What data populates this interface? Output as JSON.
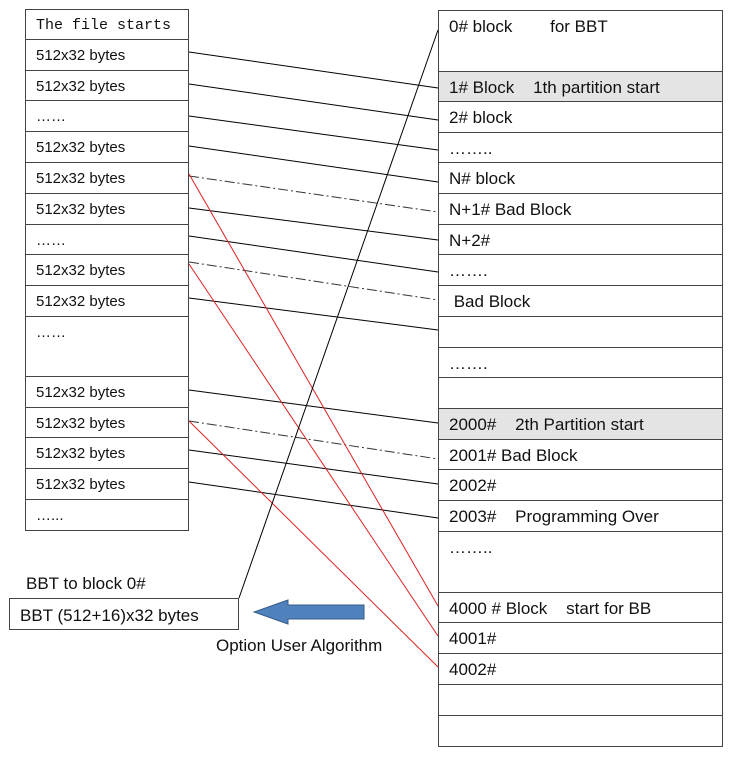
{
  "left_cells": [
    {
      "text": "The file starts",
      "mono": true
    },
    {
      "text": "512x32 bytes"
    },
    {
      "text": "512x32 bytes"
    },
    {
      "text": "……"
    },
    {
      "text": "512x32 bytes"
    },
    {
      "text": "512x32 bytes"
    },
    {
      "text": "512x32 bytes"
    },
    {
      "text": "……"
    },
    {
      "text": "512x32 bytes"
    },
    {
      "text": "512x32 bytes"
    },
    {
      "text": "……"
    },
    {
      "text": "512x32 bytes"
    },
    {
      "text": "512x32 bytes"
    },
    {
      "text": "512x32 bytes"
    },
    {
      "text": "512x32 bytes"
    },
    {
      "text": "…..."
    }
  ],
  "right_cells": [
    {
      "text": "0# block        for BBT",
      "shaded": false
    },
    {
      "text": "1# Block    1th partition start",
      "shaded": true
    },
    {
      "text": "2# block",
      "shaded": false
    },
    {
      "text": "……..",
      "shaded": false
    },
    {
      "text": "N# block",
      "shaded": false
    },
    {
      "text": "N+1# Bad Block",
      "shaded": false
    },
    {
      "text": "N+2#",
      "shaded": false
    },
    {
      "text": "…….",
      "shaded": false
    },
    {
      "text": " Bad Block",
      "shaded": false
    },
    {
      "text": "",
      "shaded": false
    },
    {
      "text": "…….",
      "shaded": false
    },
    {
      "text": "",
      "shaded": false
    },
    {
      "text": "2000#    2th Partition start",
      "shaded": true
    },
    {
      "text": "2001# Bad Block",
      "shaded": false
    },
    {
      "text": "2002#",
      "shaded": false
    },
    {
      "text": "2003#    Programming Over",
      "shaded": false
    },
    {
      "text": "……..",
      "shaded": false
    },
    {
      "text": "4000 # Block    start for BB",
      "shaded": false
    },
    {
      "text": "4001#",
      "shaded": false
    },
    {
      "text": "4002#",
      "shaded": false
    },
    {
      "text": "",
      "shaded": false
    },
    {
      "text": "",
      "shaded": false
    }
  ],
  "bbt_caption": "BBT to block 0#",
  "bbt_box": "BBT (512+16)x32 bytes",
  "option_label": "Option User Algorithm",
  "colors": {
    "solid_line": "#000000",
    "dashdot_line": "#333333",
    "red_line": "#e02020",
    "arrow_fill": "#4f81bd",
    "shade": "#e4e4e4"
  }
}
